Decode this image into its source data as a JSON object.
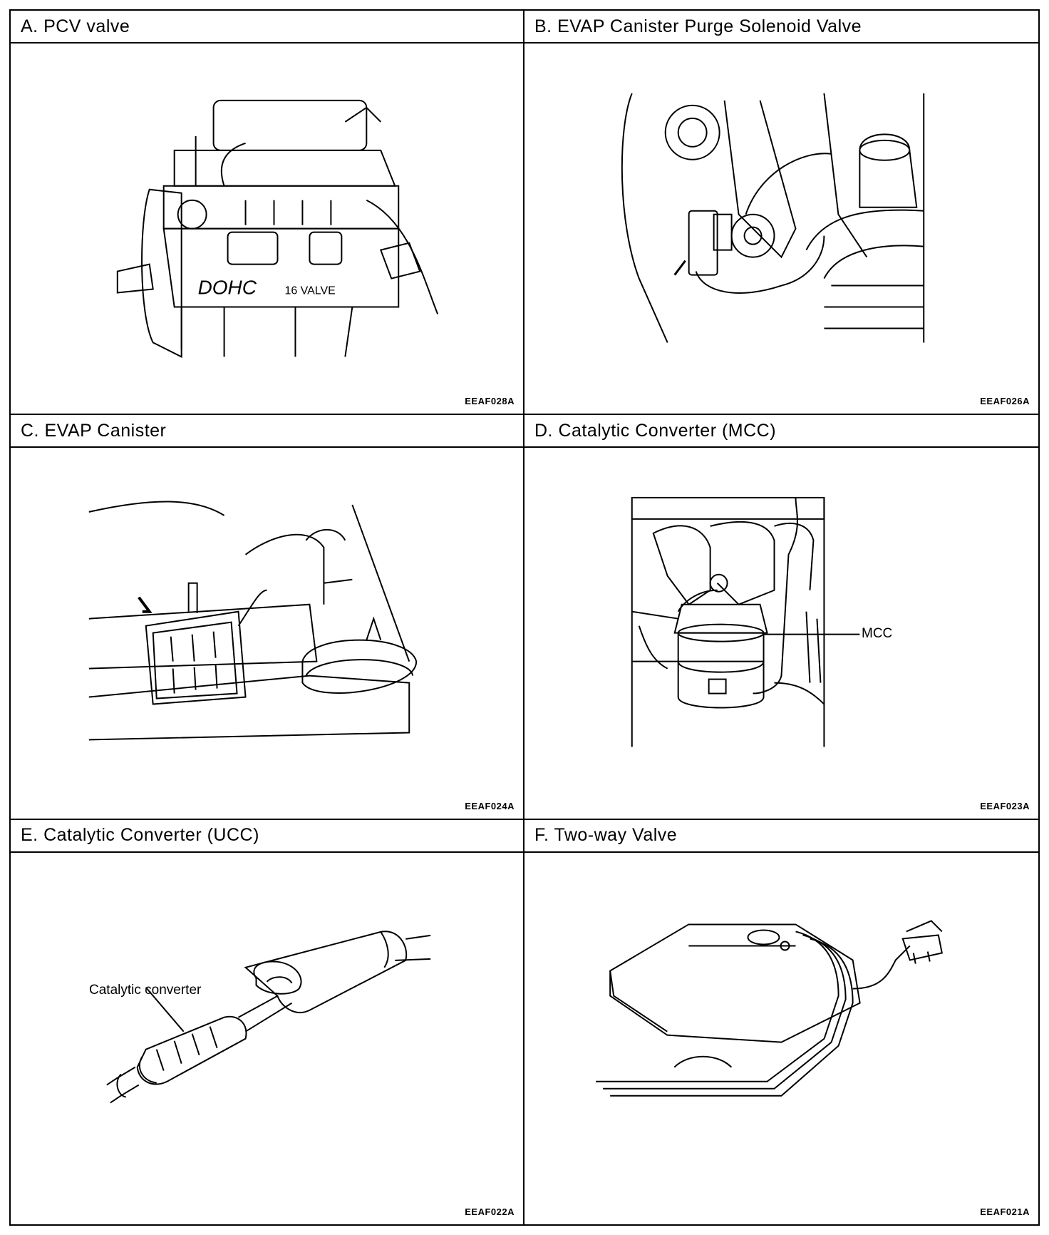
{
  "panels": [
    {
      "id": "a",
      "title": "A. PCV valve",
      "code": "EEAF028A",
      "engine_text": "DOHC",
      "valve_text": "16 VALVE"
    },
    {
      "id": "b",
      "title": "B. EVAP Canister Purge Solenoid Valve",
      "code": "EEAF026A"
    },
    {
      "id": "c",
      "title": "C. EVAP Canister",
      "code": "EEAF024A"
    },
    {
      "id": "d",
      "title": "D. Catalytic Converter (MCC)",
      "code": "EEAF023A",
      "callout": "MCC"
    },
    {
      "id": "e",
      "title": "E. Catalytic Converter (UCC)",
      "code": "EEAF022A",
      "callout": "Catalytic converter"
    },
    {
      "id": "f",
      "title": "F. Two-way Valve",
      "code": "EEAF021A"
    }
  ]
}
